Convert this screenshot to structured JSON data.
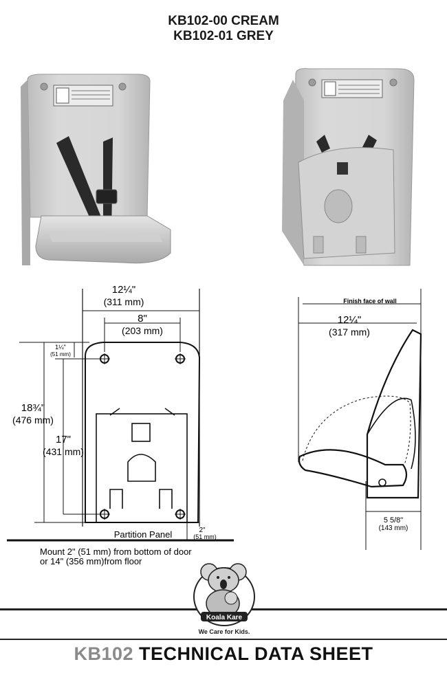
{
  "header": {
    "line1": "KB102-00 CREAM",
    "line2": "KB102-01 GREY"
  },
  "front_drawing": {
    "overall_width_in": "12¼\"",
    "overall_width_mm": "(311 mm)",
    "hole_spacing_in": "8\"",
    "hole_spacing_mm": "(203 mm)",
    "top_offset_in": "1¼\"",
    "top_offset_mm": "(51 mm)",
    "overall_height_in": "18¾\"",
    "overall_height_mm": "(476 mm)",
    "hole_height_in": "17\"",
    "hole_height_mm": "(431 mm)",
    "partition_label": "Partition Panel",
    "bottom_gap_in": "2\"",
    "bottom_gap_mm": "(51 mm)",
    "mount_note_line1": "Mount 2\" (51 mm) from bottom of door",
    "mount_note_line2": "or 14\" (356 mm)from floor"
  },
  "side_drawing": {
    "wall_label": "Finish face of wall",
    "depth_in": "12¼\"",
    "depth_mm": "(317 mm)",
    "closed_depth_in": "5 5/8\"",
    "closed_depth_mm": "(143  mm)"
  },
  "logo": {
    "brand": "Koala Kare",
    "tagline": "We Care for Kids."
  },
  "footer": {
    "model": "KB102",
    "title": "TECHNICAL DATA SHEET"
  }
}
